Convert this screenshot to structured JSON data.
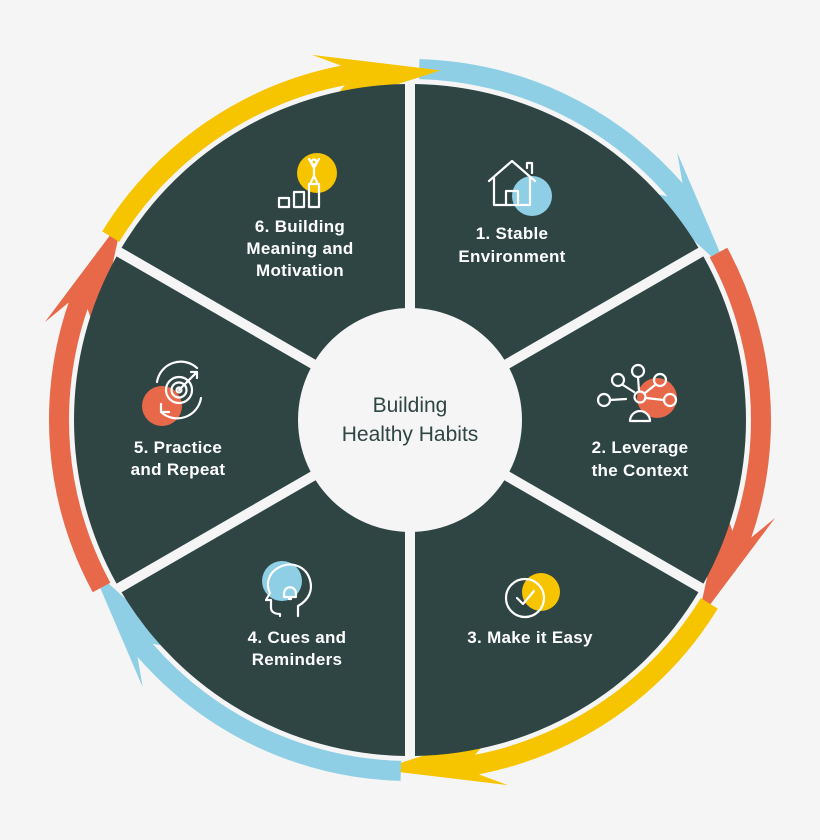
{
  "center": {
    "line1": "Building",
    "line2": "Healthy Habits"
  },
  "colors": {
    "background": "#f5f5f5",
    "segment": "#2f4544",
    "center": "#f5f5f5",
    "yellow": "#f7c400",
    "blue": "#8ecfe6",
    "orange": "#e8684a",
    "text": "#ffffff",
    "center_text": "#2f4544"
  },
  "segments": [
    {
      "id": "stable-environment",
      "line1": "1. Stable",
      "line2": "Environment",
      "icon": "house-icon",
      "accent": "#8ecfe6",
      "arrow": "#8ecfe6"
    },
    {
      "id": "leverage-the-context",
      "line1": "2. Leverage",
      "line2": "the Context",
      "icon": "network-person-icon",
      "accent": "#e8684a",
      "arrow": "#e8684a"
    },
    {
      "id": "make-it-easy",
      "line1": "3. Make it Easy",
      "line2": "",
      "icon": "check-circle-icon",
      "accent": "#f7c400",
      "arrow": "#f7c400"
    },
    {
      "id": "cues-and-reminders",
      "line1": "4. Cues and",
      "line2": "Reminders",
      "icon": "head-bell-icon",
      "accent": "#8ecfe6",
      "arrow": "#8ecfe6"
    },
    {
      "id": "practice-and-repeat",
      "line1": "5. Practice",
      "line2": "and Repeat",
      "icon": "target-repeat-icon",
      "accent": "#e8684a",
      "arrow": "#e8684a"
    },
    {
      "id": "building-meaning-and-motivation",
      "line1": "6. Building",
      "line2": "Meaning and",
      "line3": "Motivation",
      "icon": "podium-person-icon",
      "accent": "#f7c400",
      "arrow": "#f7c400"
    }
  ]
}
